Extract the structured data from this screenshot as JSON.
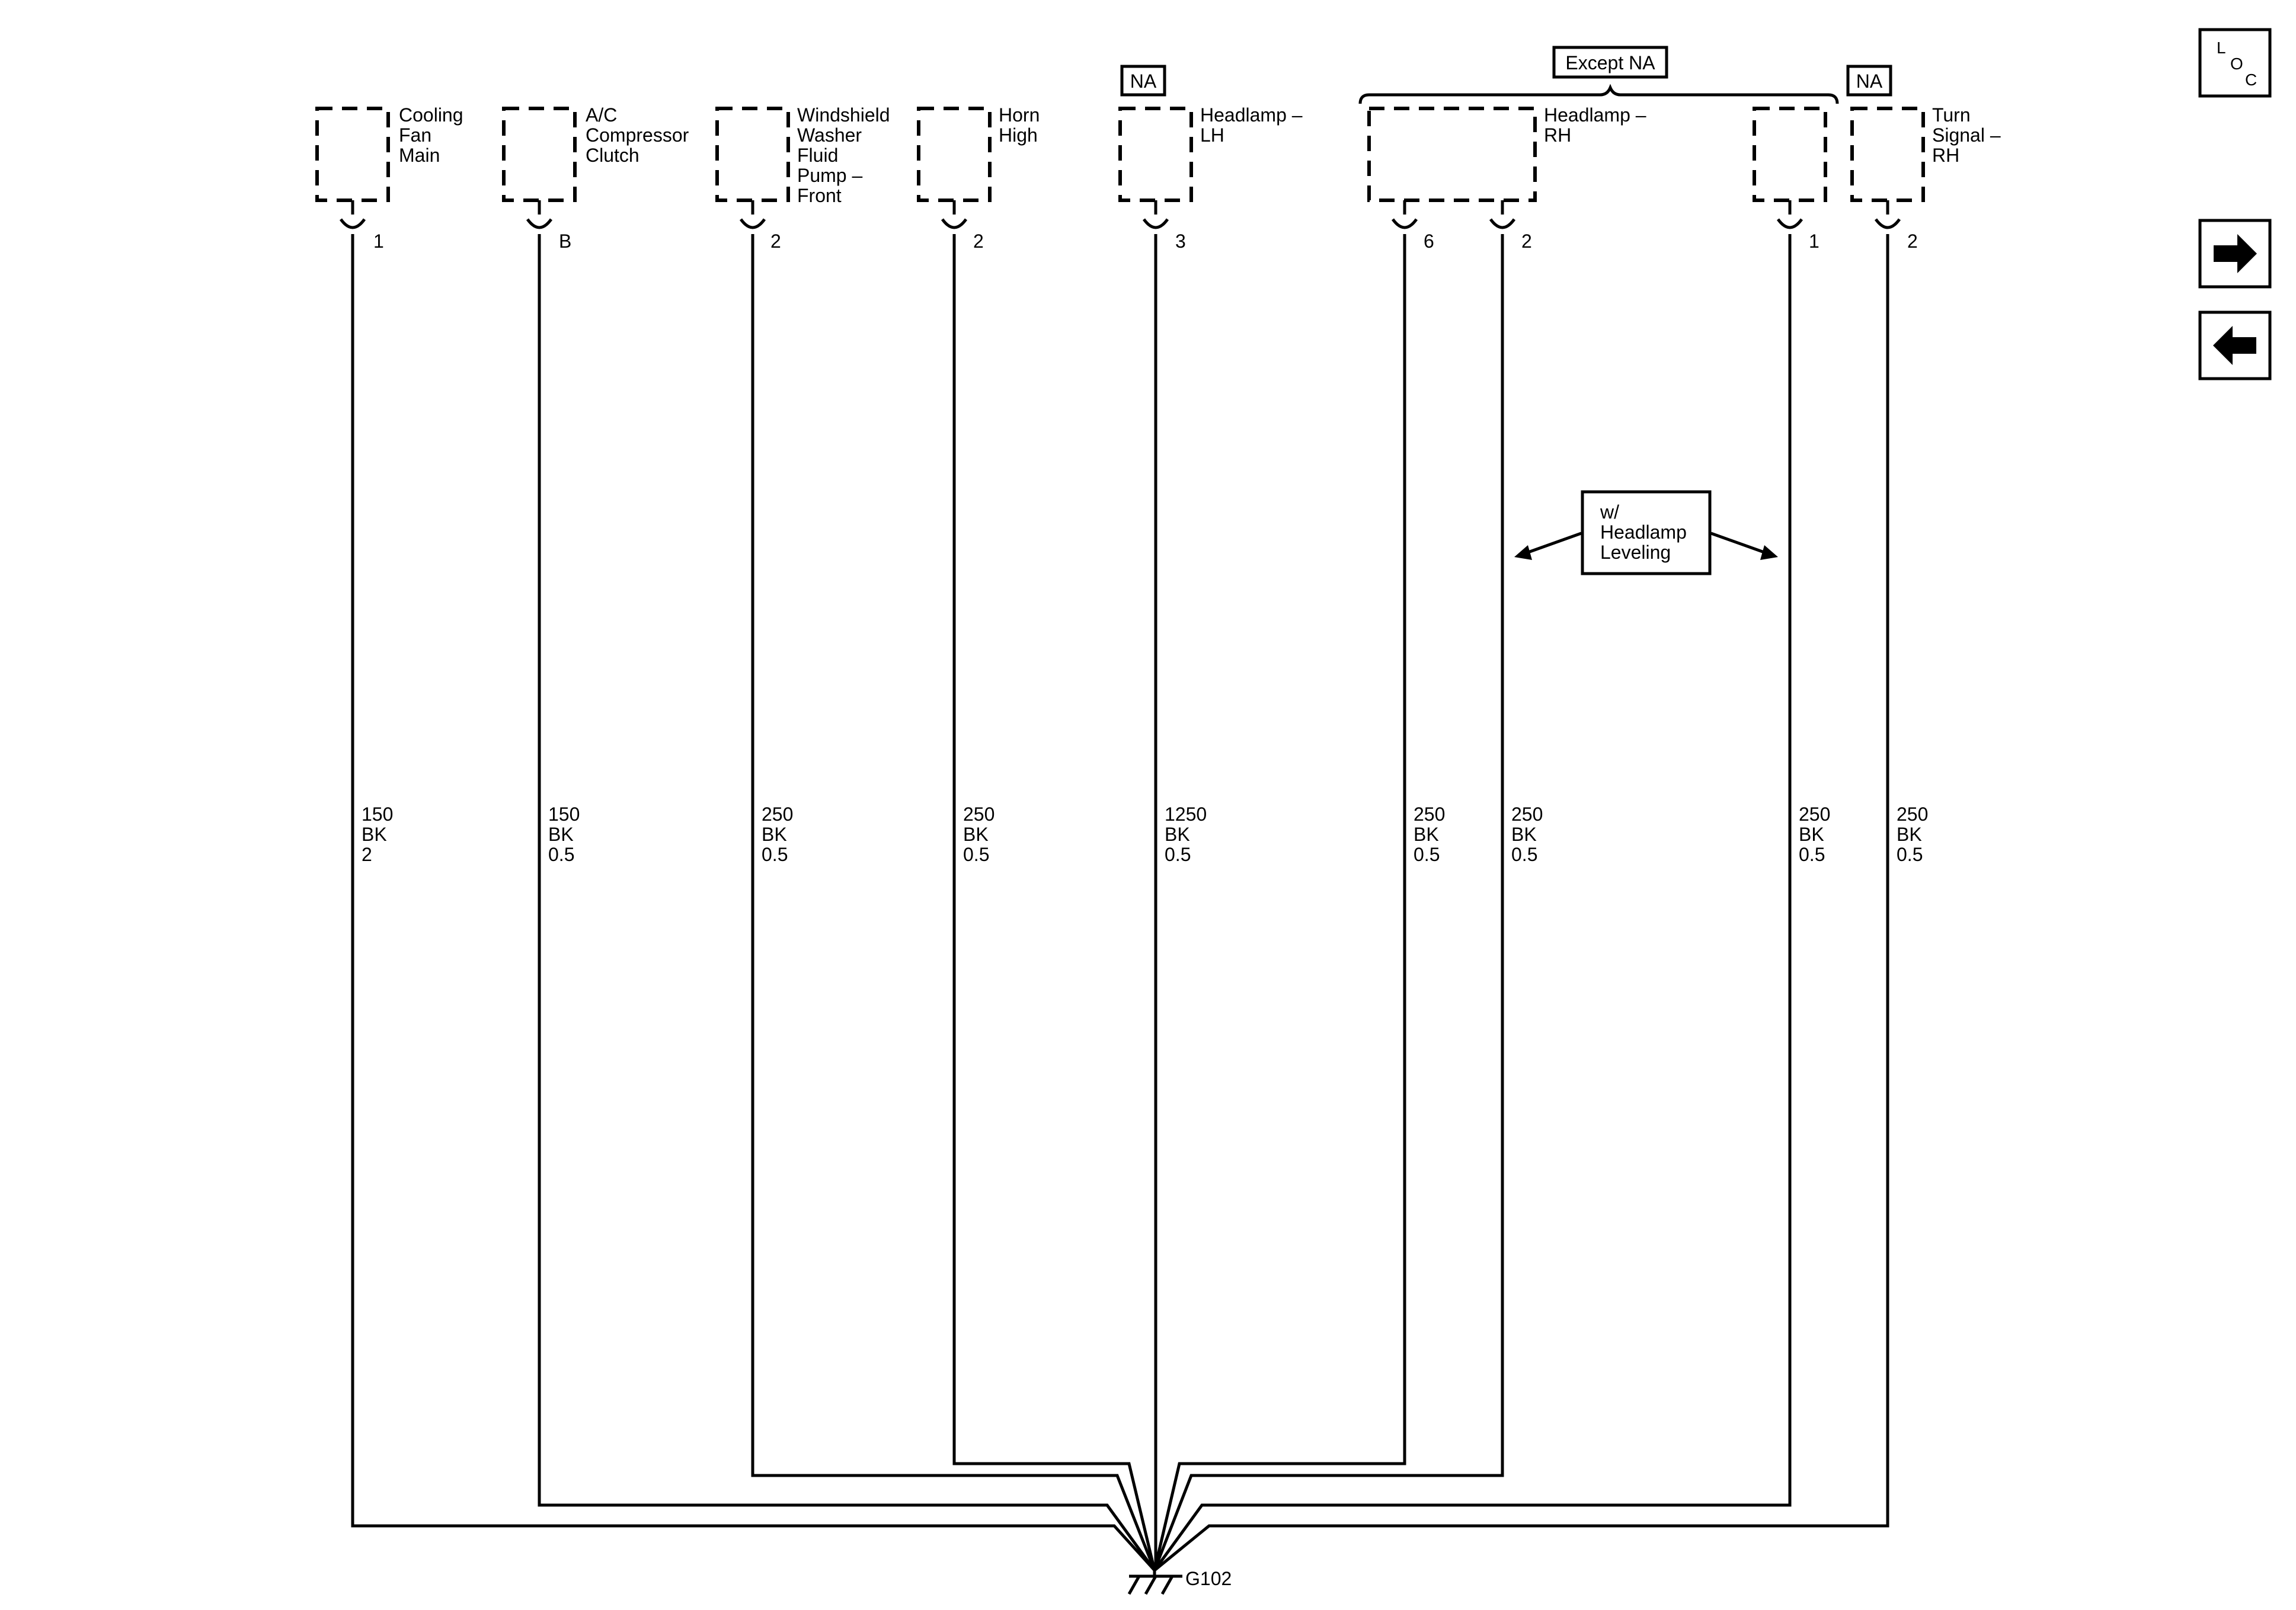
{
  "connectors": [
    {
      "id": "cooling-fan-main",
      "label": [
        "Cooling",
        "Fan",
        "Main"
      ],
      "pin": "1",
      "wire": [
        "150",
        "BK",
        "2"
      ]
    },
    {
      "id": "ac-compressor-clutch",
      "label": [
        "A/C",
        "Compressor",
        "Clutch"
      ],
      "pin": "B",
      "wire": [
        "150",
        "BK",
        "0.5"
      ]
    },
    {
      "id": "windshield-washer-fluid-pump-front",
      "label": [
        "Windshield",
        "Washer",
        "Fluid",
        "Pump –",
        "Front"
      ],
      "pin": "2",
      "wire": [
        "250",
        "BK",
        "0.5"
      ]
    },
    {
      "id": "horn-high",
      "label": [
        "Horn",
        "High"
      ],
      "pin": "2",
      "wire": [
        "250",
        "BK",
        "0.5"
      ]
    },
    {
      "id": "headlamp-lh",
      "label": [
        "Headlamp –",
        "LH"
      ],
      "pin": "3",
      "wire": [
        "1250",
        "BK",
        "0.5"
      ]
    },
    {
      "id": "headlamp-rh",
      "label": [
        "Headlamp –",
        "RH"
      ],
      "pins": [
        "6",
        "2"
      ],
      "wires": [
        [
          "250",
          "BK",
          "0.5"
        ],
        [
          "250",
          "BK",
          "0.5"
        ]
      ]
    },
    {
      "id": "headlamp-rh-2",
      "label": [],
      "pin": "1",
      "wire": [
        "250",
        "BK",
        "0.5"
      ]
    },
    {
      "id": "turn-signal-rh",
      "label": [
        "Turn",
        "Signal –",
        "RH"
      ],
      "pin": "2",
      "wire": [
        "250",
        "BK",
        "0.5"
      ]
    }
  ],
  "tags": {
    "na_left": "NA",
    "na_right": "NA",
    "except_na": "Except NA"
  },
  "option_box": [
    "w/",
    "Headlamp",
    "Leveling"
  ],
  "ground": "G102",
  "nav": {
    "loc": [
      "L",
      "O",
      "C"
    ],
    "next_icon": "arrow-right-icon",
    "prev_icon": "arrow-left-icon"
  }
}
